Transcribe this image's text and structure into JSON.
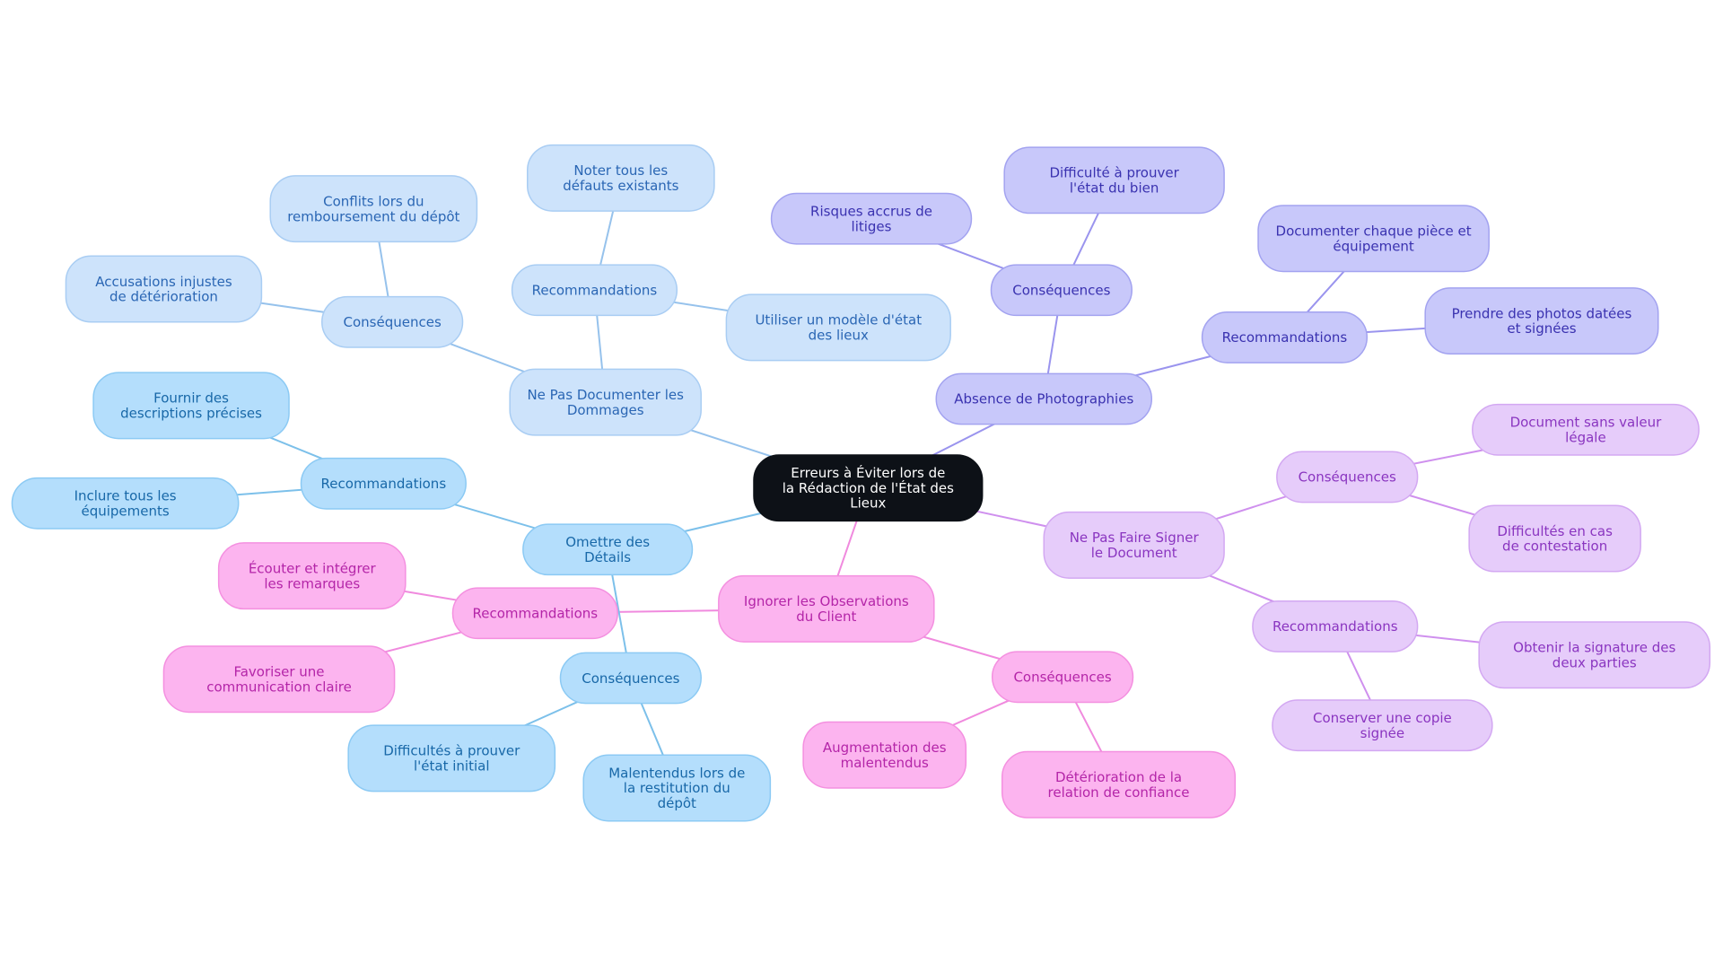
{
  "diagram": {
    "type": "mindmap",
    "central": {
      "text": "Erreurs à Éviter lors de la Rédaction de l'État des Lieux",
      "colors": {
        "fill": "#0d1117",
        "text": "#ffffff",
        "stroke": "#0d1117"
      }
    },
    "branches": [
      {
        "id": "photos",
        "text": "Absence de Photographies",
        "colors": {
          "fill": "#c8c8fa",
          "stroke": "#a3a3f0",
          "text": "#3a32b0",
          "edge": "#9a94ee"
        },
        "children": [
          {
            "id": "photos-cons",
            "text": "Conséquences",
            "children": [
              {
                "id": "photos-cons-1",
                "text": "Difficulté à prouver l'état du bien"
              },
              {
                "id": "photos-cons-2",
                "text": "Risques accrus de litiges"
              }
            ]
          },
          {
            "id": "photos-rec",
            "text": "Recommandations",
            "children": [
              {
                "id": "photos-rec-1",
                "text": "Documenter chaque pièce et équipement"
              },
              {
                "id": "photos-rec-2",
                "text": "Prendre des photos datées et signées"
              }
            ]
          }
        ]
      },
      {
        "id": "sign",
        "text": "Ne Pas Faire Signer le Document",
        "colors": {
          "fill": "#e6ccfa",
          "stroke": "#d3a8f2",
          "text": "#8a35c0",
          "edge": "#cf90ee"
        },
        "children": [
          {
            "id": "sign-cons",
            "text": "Conséquences",
            "children": [
              {
                "id": "sign-cons-1",
                "text": "Document sans valeur légale"
              },
              {
                "id": "sign-cons-2",
                "text": "Difficultés en cas de contestation"
              }
            ]
          },
          {
            "id": "sign-rec",
            "text": "Recommandations",
            "children": [
              {
                "id": "sign-rec-1",
                "text": "Obtenir la signature des deux parties"
              },
              {
                "id": "sign-rec-2",
                "text": "Conserver une copie signée"
              }
            ]
          }
        ]
      },
      {
        "id": "obs",
        "text": "Ignorer les Observations du Client",
        "colors": {
          "fill": "#fcb4ef",
          "stroke": "#f490e0",
          "text": "#b425a8",
          "edge": "#f08ade"
        },
        "children": [
          {
            "id": "obs-cons",
            "text": "Conséquences",
            "children": [
              {
                "id": "obs-cons-1",
                "text": "Augmentation des malentendus"
              },
              {
                "id": "obs-cons-2",
                "text": "Détérioration de la relation de confiance"
              }
            ]
          },
          {
            "id": "obs-rec",
            "text": "Recommandations",
            "children": [
              {
                "id": "obs-rec-1",
                "text": "Écouter et intégrer les remarques"
              },
              {
                "id": "obs-rec-2",
                "text": "Favoriser une communication claire"
              }
            ]
          }
        ]
      },
      {
        "id": "details",
        "text": "Omettre des Détails",
        "colors": {
          "fill": "#b4defc",
          "stroke": "#8ccaf4",
          "text": "#1868a8",
          "edge": "#7cc0ea"
        },
        "children": [
          {
            "id": "details-cons",
            "text": "Conséquences",
            "children": [
              {
                "id": "details-cons-1",
                "text": "Difficultés à prouver l'état initial"
              },
              {
                "id": "details-cons-2",
                "text": "Malentendus lors de la restitution du dépôt"
              }
            ]
          },
          {
            "id": "details-rec",
            "text": "Recommandations",
            "children": [
              {
                "id": "details-rec-1",
                "text": "Fournir des descriptions précises"
              },
              {
                "id": "details-rec-2",
                "text": "Inclure tous les équipements"
              }
            ]
          }
        ]
      },
      {
        "id": "damage",
        "text": "Ne Pas Documenter les Dommages",
        "colors": {
          "fill": "#cde3fb",
          "stroke": "#a9cdf3",
          "text": "#2a66b4",
          "edge": "#96c2ec"
        },
        "children": [
          {
            "id": "damage-cons",
            "text": "Conséquences",
            "children": [
              {
                "id": "damage-cons-1",
                "text": "Conflits lors du remboursement du dépôt"
              },
              {
                "id": "damage-cons-2",
                "text": "Accusations injustes de détérioration"
              }
            ]
          },
          {
            "id": "damage-rec",
            "text": "Recommandations",
            "children": [
              {
                "id": "damage-rec-1",
                "text": "Noter tous les défauts existants"
              },
              {
                "id": "damage-rec-2",
                "text": "Utiliser un modèle d'état des lieux"
              }
            ]
          }
        ]
      }
    ]
  }
}
